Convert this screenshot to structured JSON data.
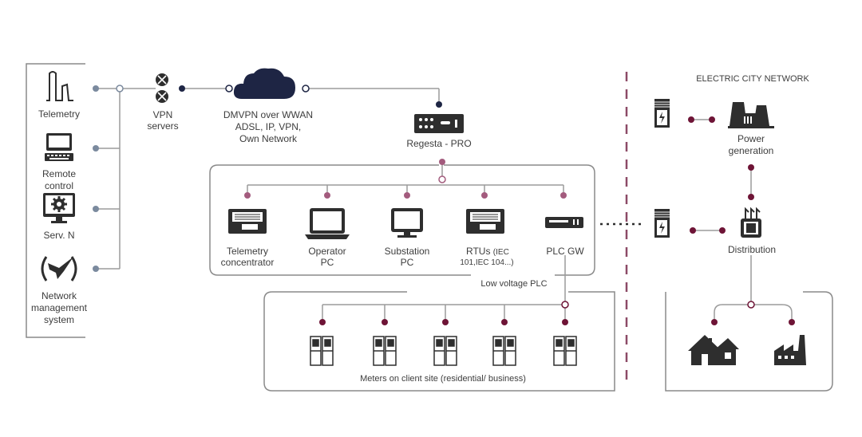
{
  "colors": {
    "line": "#9b9b9b",
    "box": "#8a8a8a",
    "icon": "#2e2e2e",
    "dot_blue": "#7b8a9e",
    "dot_navy": "#1e2544",
    "dot_mauve": "#a35b7d",
    "dot_wine": "#6e1436",
    "divider": "#8c4a66"
  },
  "left_column": {
    "telemetry": "Telemetry",
    "remote_control_1": "Remote",
    "remote_control_2": "control",
    "serv_n": "Serv. N",
    "nms_1": "Network",
    "nms_2": "management",
    "nms_3": "system"
  },
  "vpn": {
    "line1": "VPN",
    "line2": "servers"
  },
  "cloud": {
    "line1": "DMVPN over WWAN",
    "line2": "ADSL, IP, VPN,",
    "line3": "Own Network"
  },
  "regesta": "Regesta - PRO",
  "lv_devices": {
    "telemetry_concentrator_1": "Telemetry",
    "telemetry_concentrator_2": "concentrator",
    "operator_pc_1": "Operator",
    "operator_pc_2": "PC",
    "substation_pc_1": "Substation",
    "substation_pc_2": "PC",
    "rtus_1": "RTUs",
    "rtus_1b": "(IEC",
    "rtus_2": "101,IEC 104...)",
    "plc_gw": "PLC GW"
  },
  "low_voltage_plc": "Low voltage PLC",
  "meters_caption": "Meters on client site (residential/ business)",
  "city": {
    "title": "ELECTRIC CITY NETWORK",
    "power_1": "Power",
    "power_2": "generation",
    "distribution": "Distribution"
  }
}
